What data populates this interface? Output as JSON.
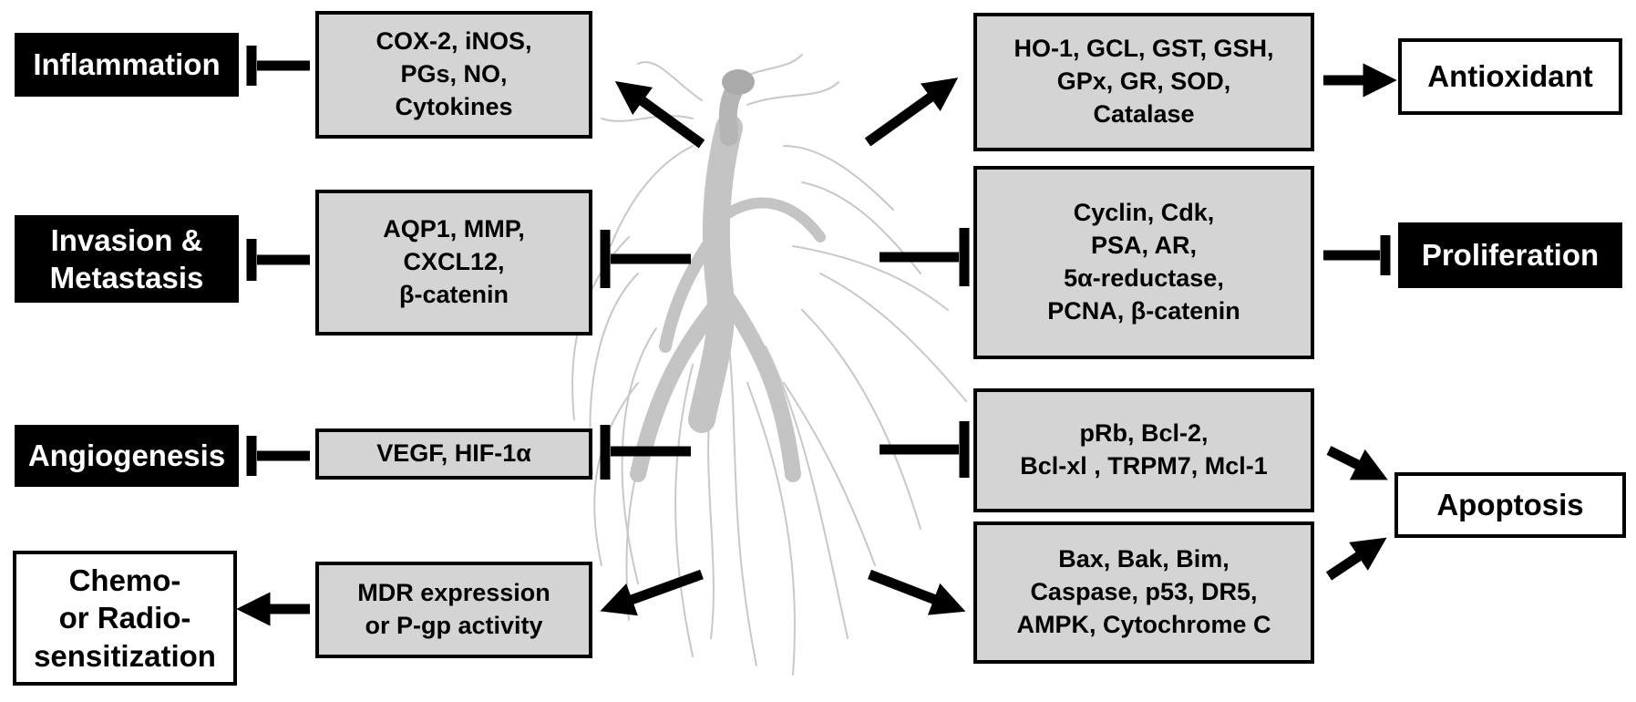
{
  "outcomes": {
    "inflammation": [
      "Inflammation"
    ],
    "invasion": [
      "Invasion &",
      "Metastasis"
    ],
    "angiogenesis": [
      "Angiogenesis"
    ],
    "chemo": [
      "Chemo-",
      "or Radio-",
      "sensitization"
    ],
    "antioxidant": [
      "Antioxidant"
    ],
    "proliferation": [
      "Proliferation"
    ],
    "apoptosis": [
      "Apoptosis"
    ]
  },
  "targets": {
    "inflammation": [
      "COX-2, iNOS,",
      "PGs, NO,",
      "Cytokines"
    ],
    "invasion": [
      "AQP1, MMP,",
      "CXCL12,",
      "β-catenin"
    ],
    "angiogenesis": [
      "VEGF, HIF-1α"
    ],
    "chemo": [
      "MDR expression",
      "or P-gp activity"
    ],
    "antioxidant": [
      "HO-1, GCL, GST, GSH,",
      "GPx, GR, SOD,",
      "Catalase"
    ],
    "proliferation": [
      "Cyclin, Cdk,",
      "PSA, AR,",
      "5α-reductase,",
      "PCNA, β-catenin"
    ],
    "apoptosis_anti": [
      "pRb, Bcl-2,",
      "Bcl-xl , TRPM7,  Mcl-1"
    ],
    "apoptosis_pro": [
      "Bax, Bak, Bim,",
      "Caspase, p53, DR5,",
      "AMPK, Cytochrome C"
    ]
  },
  "colors": {
    "box_fill": "#d4d4d4",
    "ink": "#000000",
    "root": "#bdbdbd"
  }
}
